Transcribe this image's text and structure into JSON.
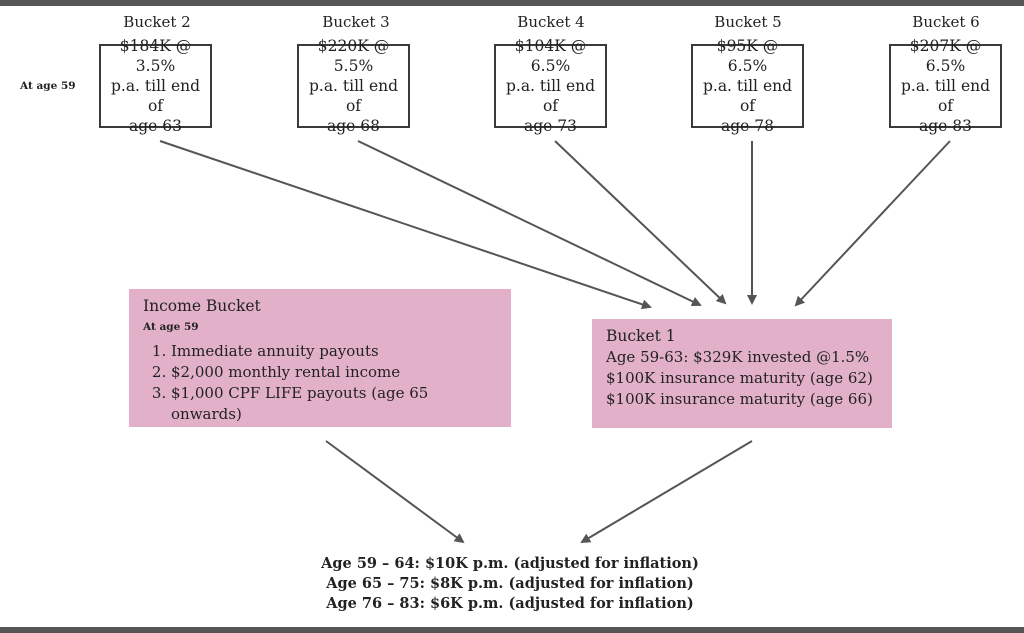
{
  "top_buckets": [
    {
      "title": "Bucket 2",
      "lines": [
        "$184K @ 3.5%",
        "p.a. till end of",
        "age 63"
      ]
    },
    {
      "title": "Bucket 3",
      "lines": [
        "$220K @ 5.5%",
        "p.a. till end of",
        "age 68"
      ]
    },
    {
      "title": "Bucket 4",
      "lines": [
        "$104K @ 6.5%",
        "p.a. till end of",
        "age 73"
      ]
    },
    {
      "title": "Bucket 5",
      "lines": [
        "$95K @ 6.5%",
        "p.a. till end of",
        "age 78"
      ]
    },
    {
      "title": "Bucket 6",
      "lines": [
        "$207K @ 6.5%",
        "p.a. till end of",
        "age 83"
      ]
    }
  ],
  "age_label": "At age 59",
  "income_bucket": {
    "title": "Income Bucket",
    "subtitle": "At age 59",
    "items": [
      "Immediate annuity payouts",
      "$2,000 monthly rental income",
      "$1,000 CPF LIFE payouts (age 65 onwards)"
    ]
  },
  "bucket1": {
    "title": "Bucket 1",
    "lines": [
      "Age 59-63: $329K invested @1.5%",
      "$100K insurance maturity (age 62)",
      "$100K insurance maturity (age 66)"
    ]
  },
  "outcome": [
    "Age 59 – 64: $10K p.m. (adjusted for inflation)",
    "Age 65 – 75: $8K p.m. (adjusted for inflation)",
    "Age 76 – 83: $6K p.m. (adjusted for inflation)"
  ],
  "colors": {
    "box_fill": "#e2b1c9",
    "arrow": "#555555",
    "border": "#3a3a3a"
  }
}
